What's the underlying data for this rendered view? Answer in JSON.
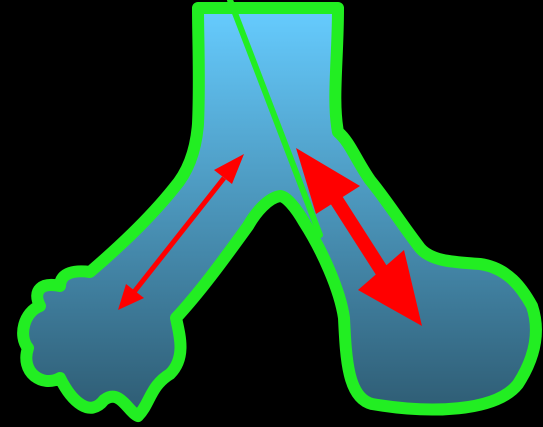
{
  "diagram": {
    "background_color": "#000000",
    "outline_color": "#22ee22",
    "fill_top_color": "#66ccff",
    "fill_bottom_color": "#2e5b72",
    "arrow_color": "#ff0000",
    "shapes": [
      "airway-trunk",
      "left-branch-narrow-bronchus",
      "right-branch-wide-bronchus",
      "left-alveolar-sac-irregular",
      "right-alveolar-sac-rounded"
    ],
    "arrows": [
      {
        "name": "left-branch-length-arrow",
        "style": "thin-double-headed"
      },
      {
        "name": "right-branch-length-arrow",
        "style": "thick-double-headed"
      }
    ],
    "labels": []
  }
}
